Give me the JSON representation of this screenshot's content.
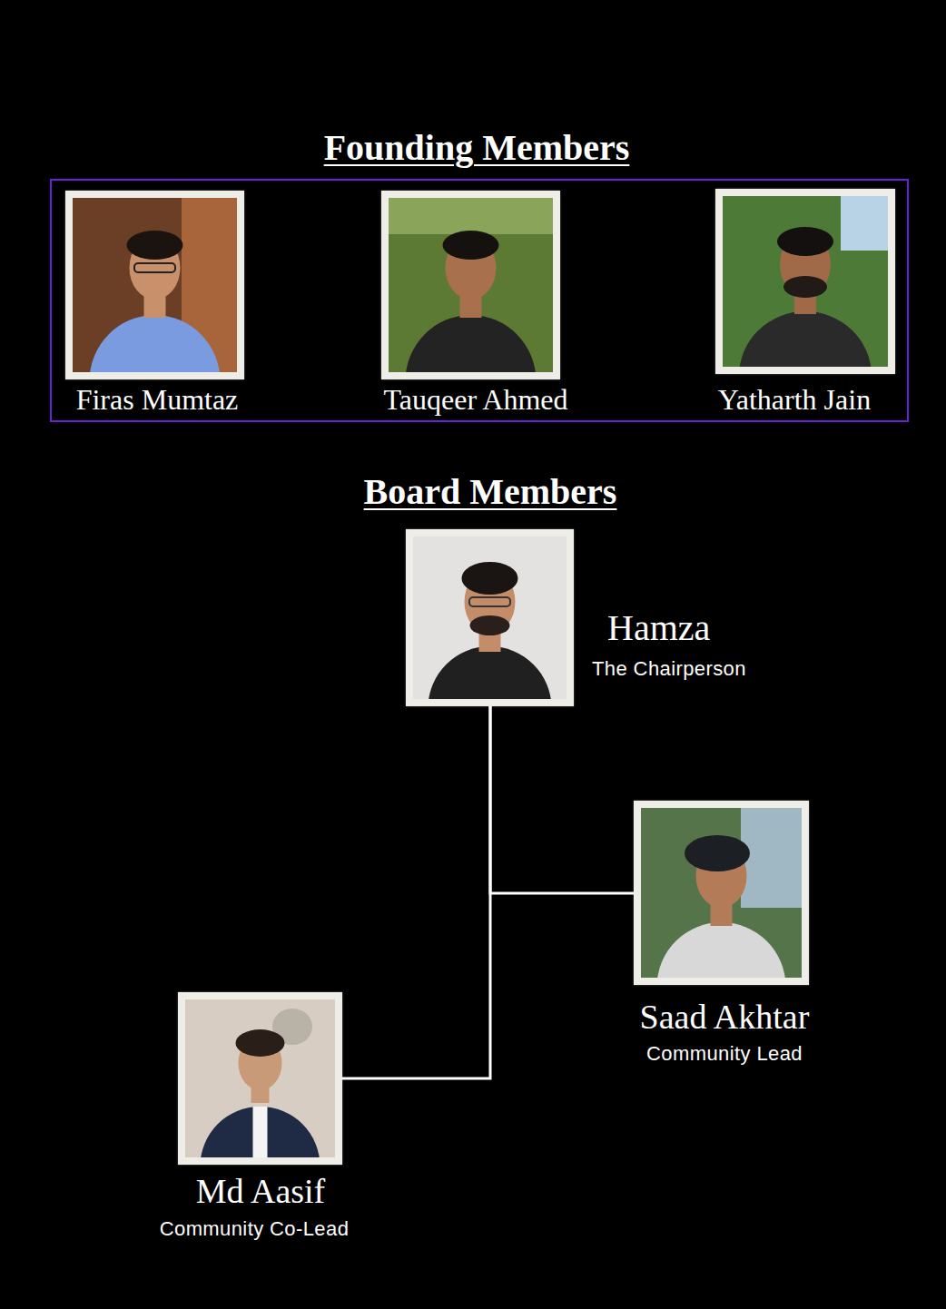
{
  "diagram": {
    "nodes": [
      {
        "text": [
          "Founding Members"
        ]
      },
      {
        "text": [
          "Firas Mumtaz"
        ],
        "in": 0
      },
      {
        "text": [
          "Tauqeer Ahmed"
        ],
        "in": 0
      },
      {
        "text": [
          "Yatharth Jain"
        ],
        "in": 0
      },
      {
        "text": [
          "Hamza",
          "The Chairperson"
        ]
      },
      {
        "text": [
          "Saad Akhtar",
          "Community Lead"
        ]
      },
      {
        "text": [
          "Md Aasif",
          "Community Co-Lead"
        ]
      }
    ],
    "edges": [
      {
        "from": 4,
        "to": 5,
        "arrow": "none"
      },
      {
        "from": 4,
        "to": 6,
        "arrow": "none"
      }
    ],
    "labels": [
      "Board Members"
    ]
  }
}
